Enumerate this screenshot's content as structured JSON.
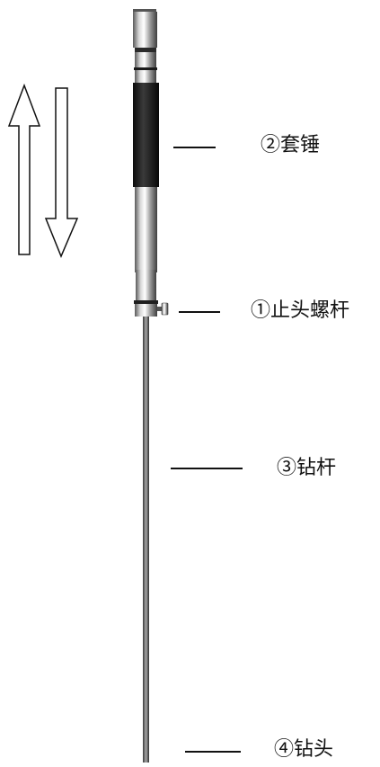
{
  "labels": {
    "sleeve_hammer": "②套锤",
    "stop_screw": "①止头螺杆",
    "drill_rod": "③钻杆",
    "drill_bit": "④钻头"
  },
  "arrows": {
    "up": "up-arrow",
    "down": "down-arrow"
  }
}
